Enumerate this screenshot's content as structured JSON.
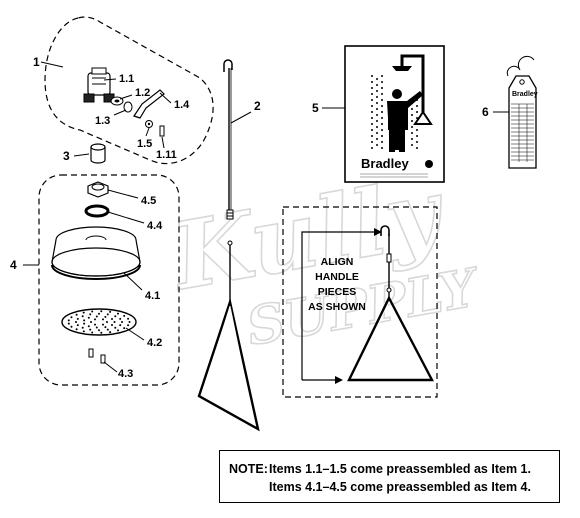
{
  "watermark": {
    "line1": "Kully",
    "line2": "SUPPLY"
  },
  "callouts": {
    "c1": "1",
    "c1_1": "1.1",
    "c1_2": "1.2",
    "c1_3": "1.3",
    "c1_4": "1.4",
    "c1_5": "1.5",
    "c1_11": "1.11",
    "c2": "2",
    "c3": "3",
    "c4": "4",
    "c4_1": "4.1",
    "c4_2": "4.2",
    "c4_3": "4.3",
    "c4_4": "4.4",
    "c4_5": "4.5",
    "c5": "5",
    "c6": "6"
  },
  "align_note": [
    "ALIGN",
    "HANDLE",
    "PIECES",
    "AS SHOWN"
  ],
  "sign": {
    "brand": "Bradley"
  },
  "tag": {
    "brand": "Bradley"
  },
  "note": {
    "prefix": "NOTE:",
    "line1": "Items 1.1–1.5 come preassembled as Item 1.",
    "line2": "Items 4.1–4.5 come preassembled as Item 4."
  }
}
